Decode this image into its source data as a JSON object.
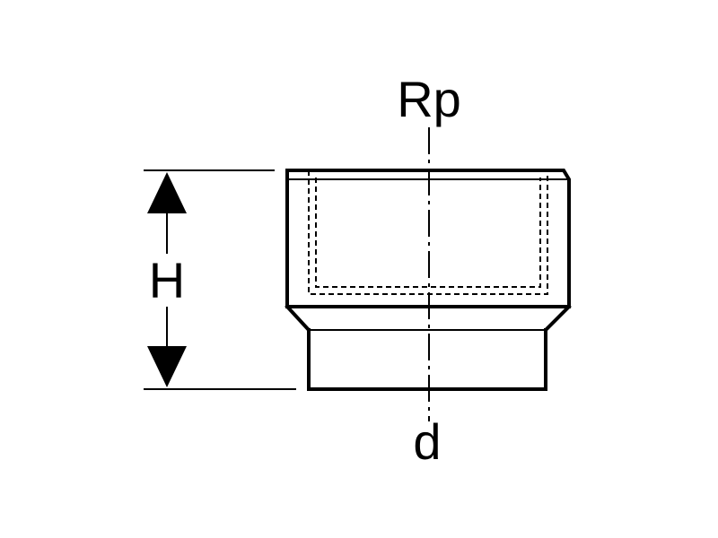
{
  "labels": {
    "top": "Rp",
    "bottom": "d",
    "height": "H"
  }
}
